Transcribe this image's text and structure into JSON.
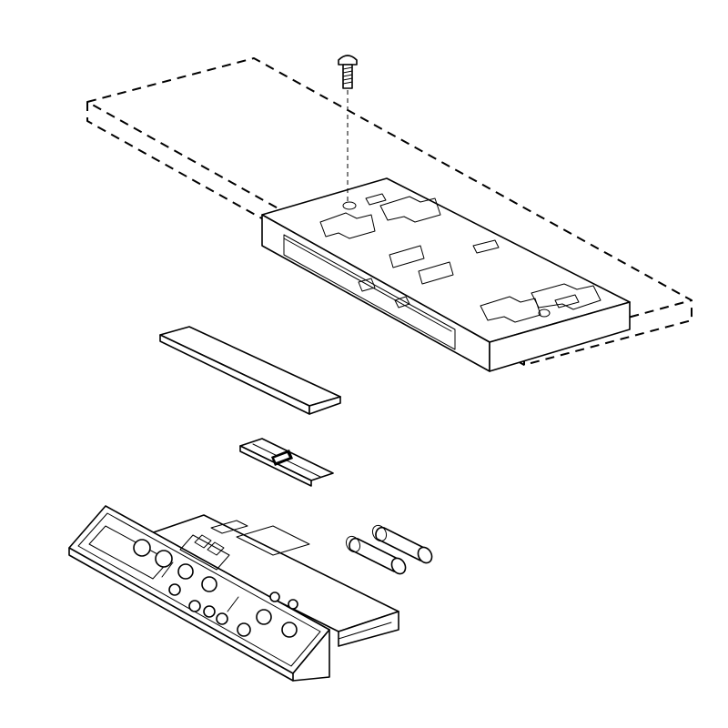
{
  "drawing": {
    "style": "line-art",
    "colors": {
      "ink": "#000000",
      "paper": "#ffffff"
    },
    "parts": [
      {
        "name": "mounting-screw"
      },
      {
        "name": "mounting-surface-outline"
      },
      {
        "name": "mounting-bracket"
      },
      {
        "name": "cover-panel"
      },
      {
        "name": "battery-door"
      },
      {
        "name": "battery"
      },
      {
        "name": "control-unit"
      }
    ]
  }
}
